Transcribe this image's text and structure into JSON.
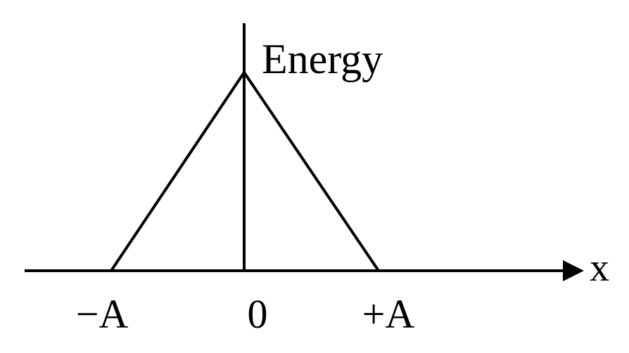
{
  "diagram": {
    "y_axis_label": "Energy",
    "x_axis_label": "x",
    "tick_labels": {
      "negative_amplitude": "−A",
      "origin": "0",
      "positive_amplitude": "+A"
    },
    "colors": {
      "stroke": "#000000",
      "background": "#ffffff"
    }
  }
}
